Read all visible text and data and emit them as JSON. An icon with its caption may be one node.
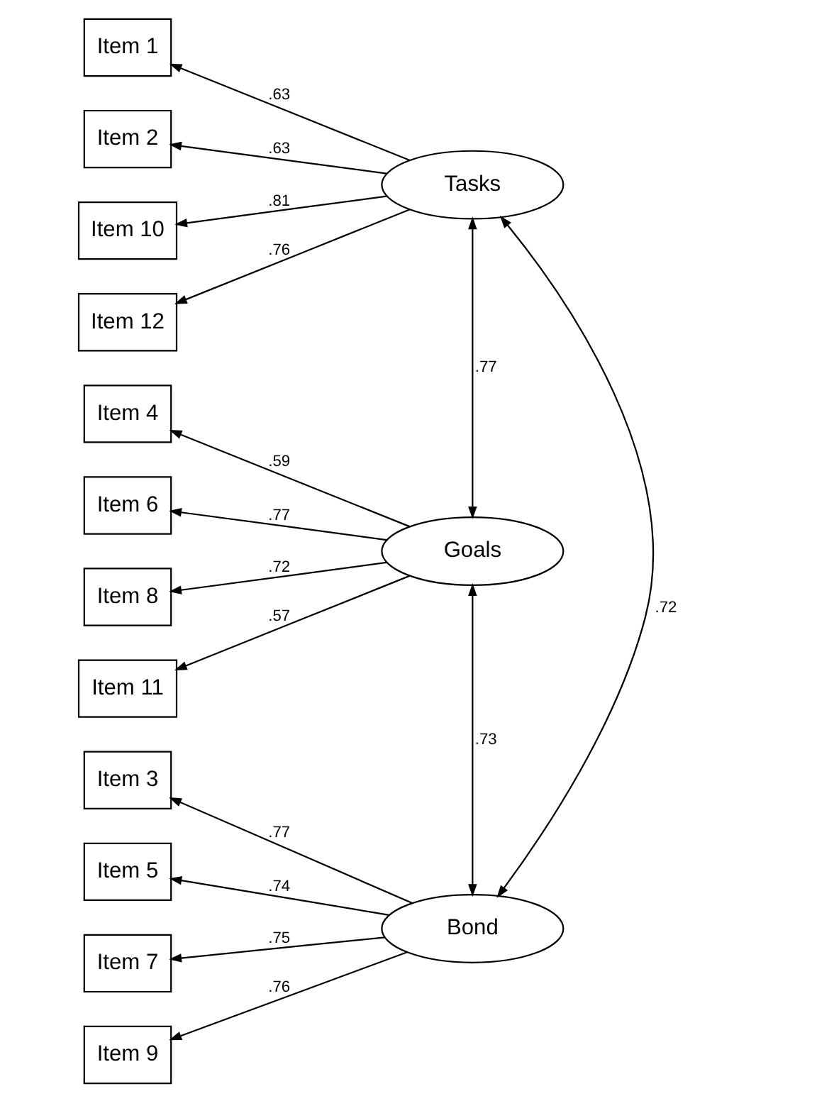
{
  "diagram": {
    "nodes": [
      {
        "text": [
          "Item 1"
        ]
      },
      {
        "text": [
          "Item 2"
        ]
      },
      {
        "text": [
          "Item 10"
        ]
      },
      {
        "text": [
          "Item 12"
        ]
      },
      {
        "text": [
          "Item 4"
        ]
      },
      {
        "text": [
          "Item 6"
        ]
      },
      {
        "text": [
          "Item 8"
        ]
      },
      {
        "text": [
          "Item 11"
        ]
      },
      {
        "text": [
          "Item 3"
        ]
      },
      {
        "text": [
          "Item 5"
        ]
      },
      {
        "text": [
          "Item 7"
        ]
      },
      {
        "text": [
          "Item 9"
        ]
      },
      {
        "text": [
          "Tasks"
        ]
      },
      {
        "text": [
          "Goals"
        ]
      },
      {
        "text": [
          "Bond"
        ]
      }
    ],
    "edges": [
      {
        "from": 12,
        "to": 0,
        "arrow": "to",
        "label": ".63"
      },
      {
        "from": 12,
        "to": 1,
        "arrow": "to",
        "label": ".63"
      },
      {
        "from": 12,
        "to": 2,
        "arrow": "to",
        "label": ".81"
      },
      {
        "from": 12,
        "to": 3,
        "arrow": "to",
        "label": ".76"
      },
      {
        "from": 13,
        "to": 4,
        "arrow": "to",
        "label": ".59"
      },
      {
        "from": 13,
        "to": 5,
        "arrow": "to",
        "label": ".77"
      },
      {
        "from": 13,
        "to": 6,
        "arrow": "to",
        "label": ".72"
      },
      {
        "from": 13,
        "to": 7,
        "arrow": "to",
        "label": ".57"
      },
      {
        "from": 14,
        "to": 8,
        "arrow": "to",
        "label": ".77"
      },
      {
        "from": 14,
        "to": 9,
        "arrow": "to",
        "label": ".74"
      },
      {
        "from": 14,
        "to": 10,
        "arrow": "to",
        "label": ".75"
      },
      {
        "from": 14,
        "to": 11,
        "arrow": "to",
        "label": ".76"
      },
      {
        "from": 12,
        "to": 13,
        "arrow": "both",
        "label": ".77"
      },
      {
        "from": 13,
        "to": 14,
        "arrow": "both",
        "label": ".73"
      },
      {
        "from": 12,
        "to": 14,
        "arrow": "both",
        "label": ".72"
      }
    ]
  }
}
